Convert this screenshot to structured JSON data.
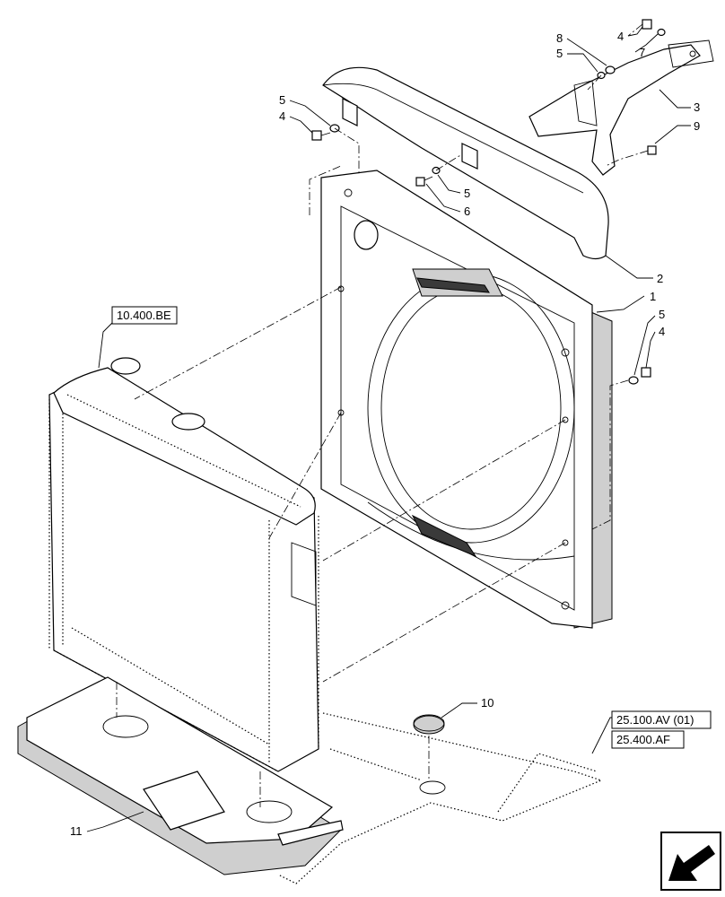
{
  "callouts": {
    "c1": "1",
    "c2": "2",
    "c3": "3",
    "c4a": "4",
    "c4b": "4",
    "c4c": "4",
    "c5a": "5",
    "c5b": "5",
    "c5c": "5",
    "c5d": "5",
    "c6": "6",
    "c7": "7",
    "c8": "8",
    "c9": "9",
    "c10": "10",
    "c11": "11"
  },
  "references": {
    "radiator_ref": "10.400.BE",
    "panel_ref_1": "25.100.AV (01)",
    "panel_ref_2": "25.400.AF"
  },
  "icons": {
    "nav": "arrow-bottom-left-icon"
  }
}
